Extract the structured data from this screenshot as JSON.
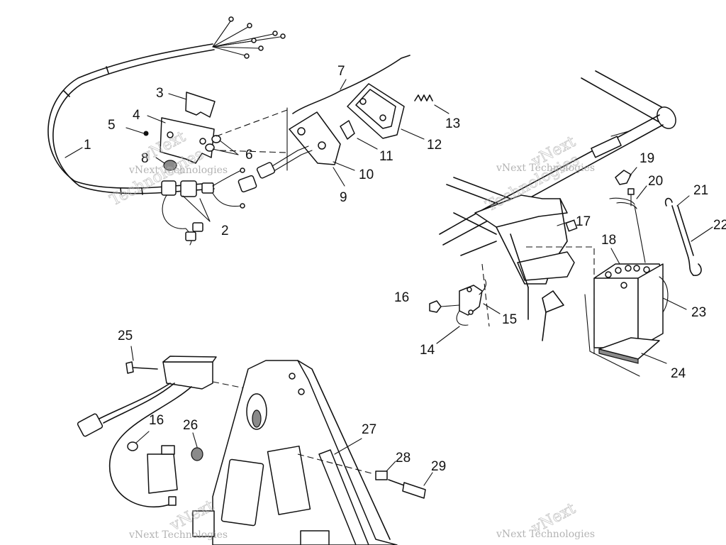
{
  "callouts": [
    "1",
    "2",
    "3",
    "4",
    "5",
    "6",
    "7",
    "8",
    "9",
    "10",
    "11",
    "12",
    "13",
    "14",
    "15",
    "16",
    "17",
    "18",
    "19",
    "20",
    "21",
    "22",
    "23",
    "24",
    "25",
    "16",
    "26",
    "27",
    "28",
    "29"
  ],
  "watermark": {
    "brand": "vNext",
    "text": "vNext Technologies",
    "word": "Technologies"
  },
  "colors": {
    "line": "#111111",
    "background": "#ffffff",
    "watermark": "#9a9a9a"
  }
}
